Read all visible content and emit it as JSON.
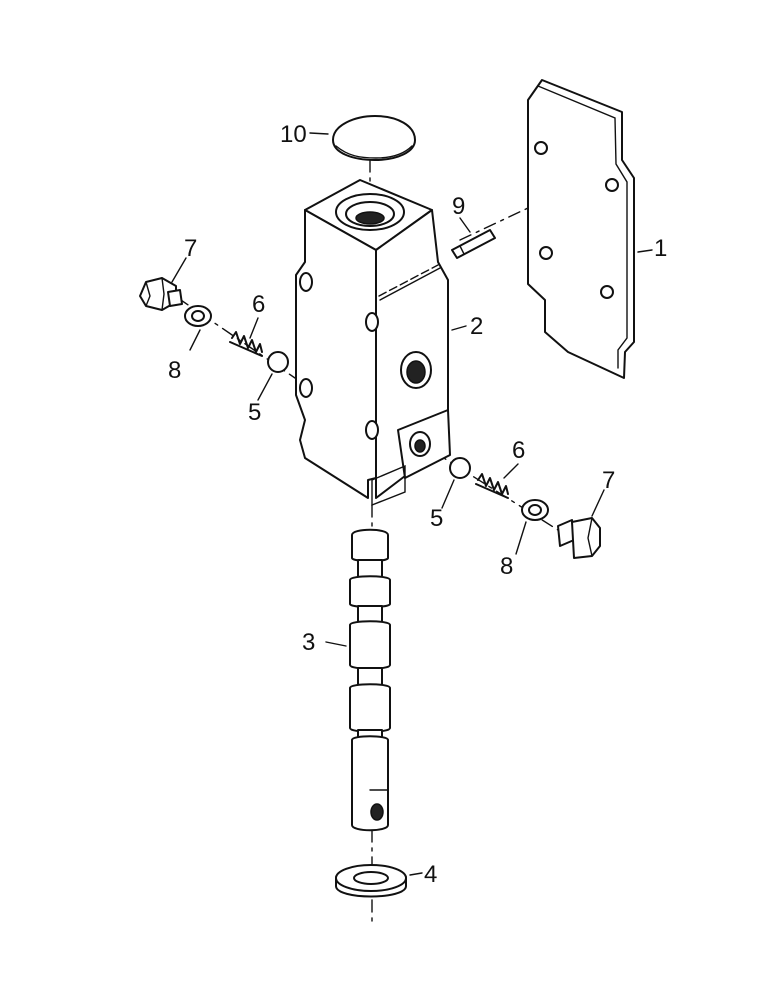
{
  "callouts": {
    "c1": "1",
    "c2": "2",
    "c3": "3",
    "c4": "4",
    "c5a": "5",
    "c5b": "5",
    "c6a": "6",
    "c6b": "6",
    "c7a": "7",
    "c7b": "7",
    "c8a": "8",
    "c8b": "8",
    "c9": "9",
    "c10": "10"
  },
  "colors": {
    "line": "#111111",
    "background": "#ffffff"
  }
}
